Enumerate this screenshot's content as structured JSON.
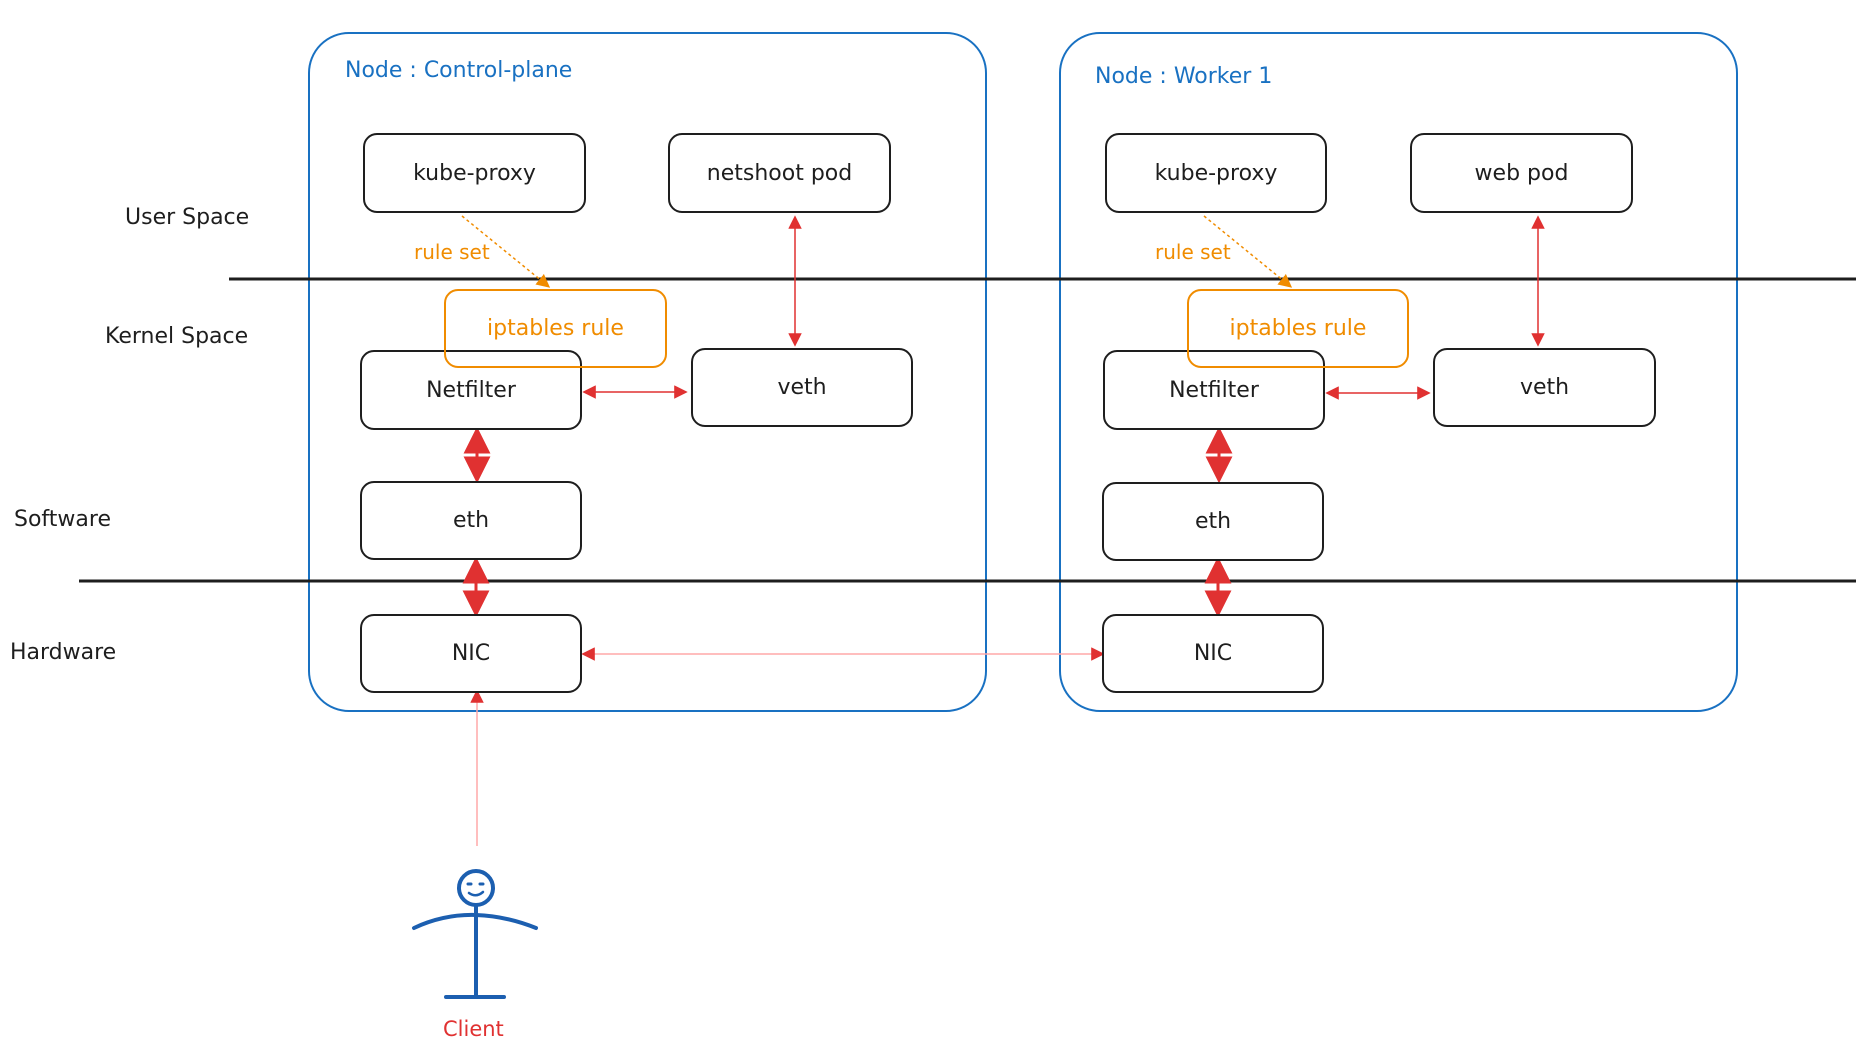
{
  "layers": {
    "user_space": "User Space",
    "kernel_space": "Kernel Space",
    "software": "Software",
    "hardware": "Hardware"
  },
  "nodes": {
    "control_plane": {
      "title": "Node : Control-plane",
      "kube_proxy": "kube-proxy",
      "pod": "netshoot pod",
      "rule_set": "rule set",
      "iptables": "iptables rule",
      "netfilter": "Netfilter",
      "veth": "veth",
      "eth": "eth",
      "nic": "NIC"
    },
    "worker1": {
      "title": "Node : Worker 1",
      "kube_proxy": "kube-proxy",
      "pod": "web pod",
      "rule_set": "rule set",
      "iptables": "iptables rule",
      "netfilter": "Netfilter",
      "veth": "veth",
      "eth": "eth",
      "nic": "NIC"
    }
  },
  "client": {
    "label": "Client"
  },
  "colors": {
    "node_border": "#1971c2",
    "arrow": "#e03131",
    "arrow_light": "#ffa8a8",
    "iptables": "#f08c00",
    "box_border": "#1e1e1e",
    "divider": "#1e1e1e",
    "client_figure": "#1c5fb0"
  }
}
